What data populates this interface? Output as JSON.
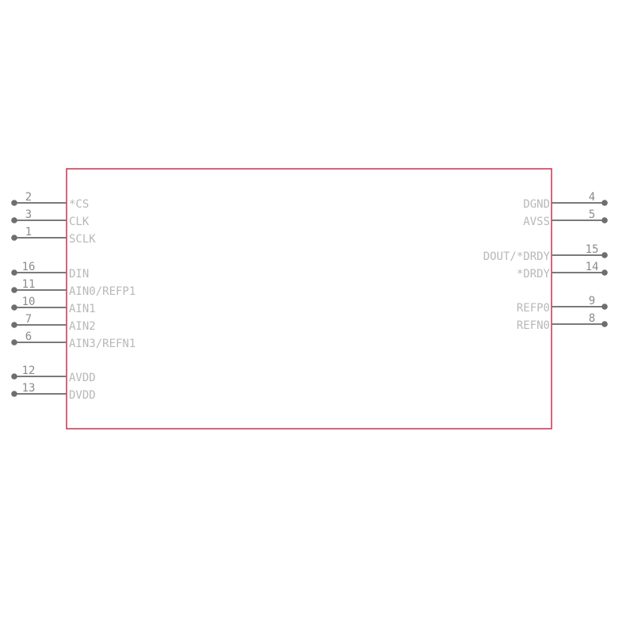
{
  "component": {
    "left_pins": [
      {
        "number": "2",
        "name": "*CS"
      },
      {
        "number": "3",
        "name": "CLK"
      },
      {
        "number": "1",
        "name": "SCLK"
      },
      {
        "number": "16",
        "name": "DIN"
      },
      {
        "number": "11",
        "name": "AIN0/REFP1"
      },
      {
        "number": "10",
        "name": "AIN1"
      },
      {
        "number": "7",
        "name": "AIN2"
      },
      {
        "number": "6",
        "name": "AIN3/REFN1"
      },
      {
        "number": "12",
        "name": "AVDD"
      },
      {
        "number": "13",
        "name": "DVDD"
      }
    ],
    "right_pins": [
      {
        "number": "4",
        "name": "DGND"
      },
      {
        "number": "5",
        "name": "AVSS"
      },
      {
        "number": "15",
        "name": "DOUT/*DRDY"
      },
      {
        "number": "14",
        "name": "*DRDY"
      },
      {
        "number": "9",
        "name": "REFP0"
      },
      {
        "number": "8",
        "name": "REFN0"
      }
    ]
  },
  "colors": {
    "body_outline": "#c8324f",
    "pin_line": "#7a7a7a",
    "pin_dot": "#6e6e6e",
    "label_text": "#b8b8b8",
    "number_text": "#8c8c8c"
  }
}
